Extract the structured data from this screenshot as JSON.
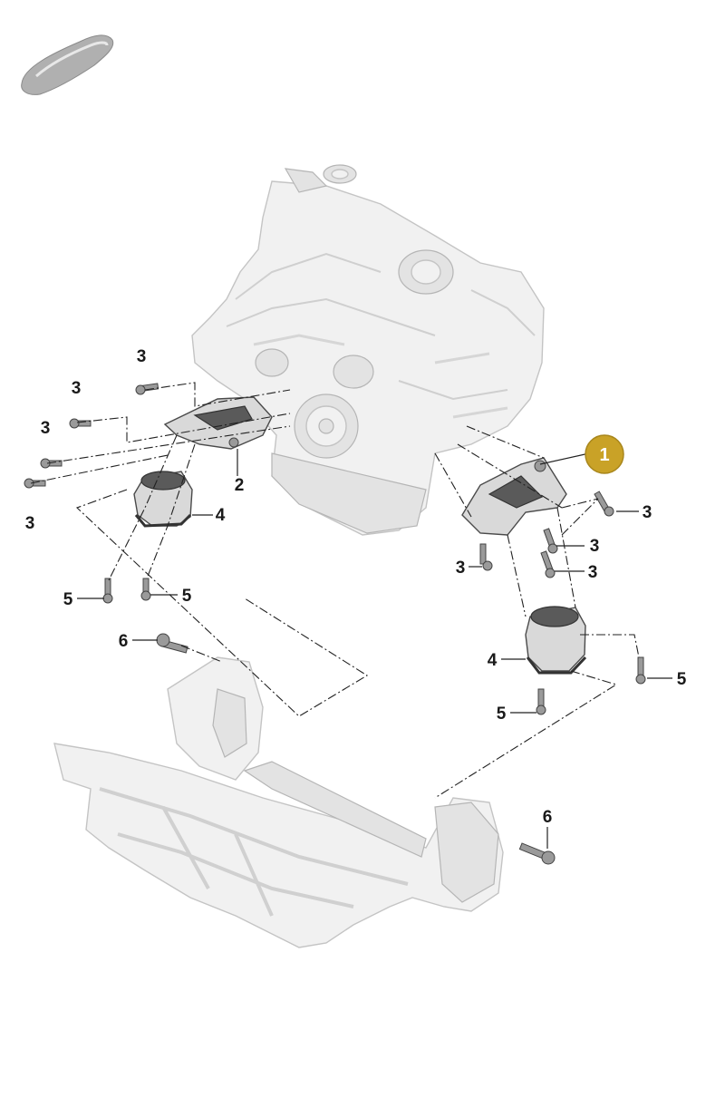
{
  "colors": {
    "highlight": "#c9a227",
    "line": "#222222",
    "part_fill": "#f1f1f1"
  },
  "vehicle_icon": "car-silhouette-icon",
  "callouts": {
    "highlight": "1",
    "engine_bracket_left": "2",
    "bolt_top_left": "3",
    "bolt_left_1": "3",
    "bolt_left_2": "3",
    "bolt_left_3": "3",
    "bolt_right_1": "3",
    "bolt_right_2": "3",
    "bolt_right_3": "3",
    "bolt_right_4": "3",
    "mount_left": "4",
    "mount_right": "4",
    "bolt_mount_left_1": "5",
    "bolt_mount_left_2": "5",
    "bolt_mount_right_1": "5",
    "bolt_mount_right_2": "5",
    "subframe_bolt_left": "6",
    "subframe_bolt_right": "6"
  }
}
